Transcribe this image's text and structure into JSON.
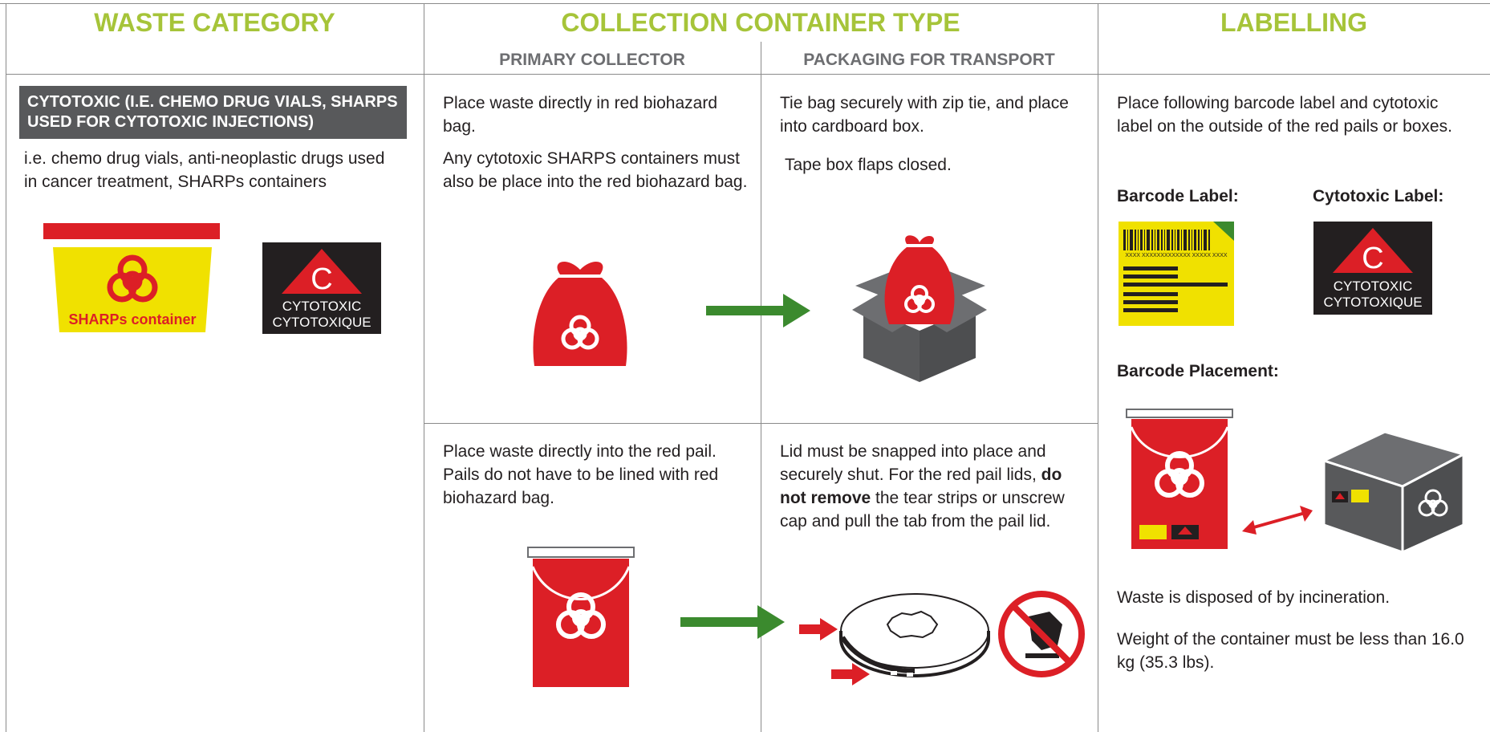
{
  "headers": {
    "waste_category": "WASTE CATEGORY",
    "collection_container_type": "COLLECTION CONTAINER TYPE",
    "labelling": "LABELLING"
  },
  "subheaders": {
    "primary_collector": "PRIMARY COLLECTOR",
    "packaging_for_transport": "PACKAGING FOR TRANSPORT"
  },
  "category": {
    "title": "CYTOTOXIC (I.E. CHEMO DRUG VIALS, SHARPS USED FOR CYTOTOXIC INJECTIONS)",
    "description": "i.e. chemo drug vials, anti-neoplastic drugs used in cancer treatment, SHARPs containers",
    "sharps_container_label": "SHARPs container",
    "cytotoxic_symbol_letter": "C",
    "cytotoxic_label_en": "CYTOTOXIC",
    "cytotoxic_label_fr": "CYTOTOXIQUE"
  },
  "bag_row": {
    "primary_p1": "Place waste directly in red biohazard bag.",
    "primary_p2": "Any cytotoxic SHARPS containers must also be place into the red biohazard bag.",
    "transport_p1": "Tie bag securely with zip tie, and place into cardboard box.",
    "transport_p2": "Tape box flaps closed."
  },
  "pail_row": {
    "primary_p1": "Place waste directly into the red pail. Pails do not have to be lined with red biohazard bag.",
    "transport_before_bold": "Lid must be snapped into place and securely shut. For the red pail lids, ",
    "transport_bold": "do not remove",
    "transport_after_bold": " the tear strips or unscrew cap and pull the tab from the pail lid."
  },
  "labelling": {
    "intro": "Place following barcode label and cytotoxic label on the outside of the red pails or boxes.",
    "barcode_label_heading": "Barcode Label:",
    "cytotoxic_label_heading": "Cytotoxic Label:",
    "barcode_number": "XXXX XXXXXXXXXXXXX XXXXX XXXX",
    "barcode_placement_heading": "Barcode Placement:",
    "disposal": "Waste is disposed of by incineration.",
    "weight": "Weight of the container must be less than 16.0 kg  (35.3 lbs)."
  },
  "colors": {
    "accent_green": "#a6c439",
    "biohazard_red": "#dc1f26",
    "sharps_yellow": "#f0e100",
    "label_black": "#231f20",
    "box_gray": "#58595b",
    "arrow_green": "#3b8a2e"
  }
}
